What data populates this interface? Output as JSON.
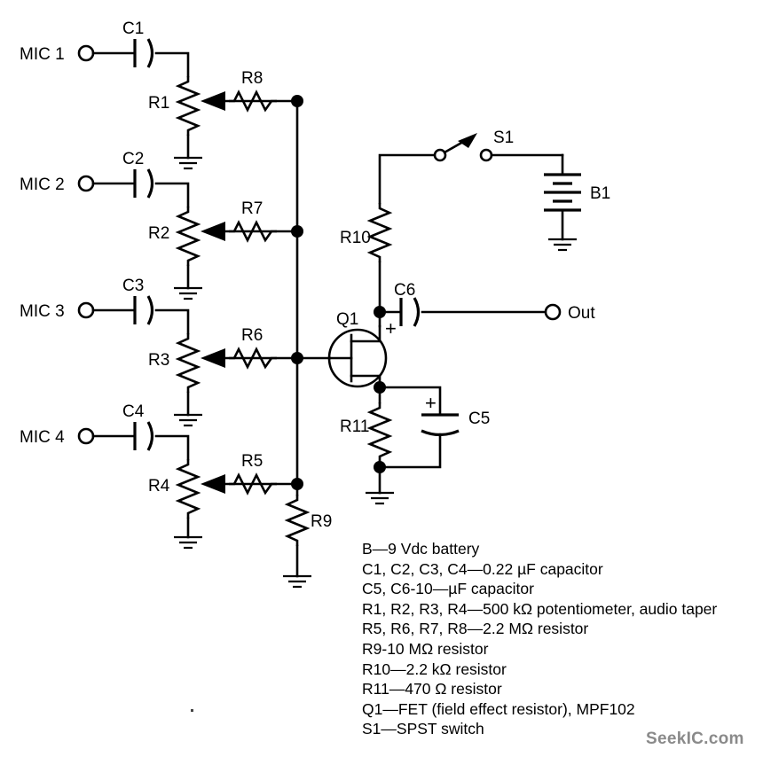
{
  "diagram": {
    "title": "Four-microphone FET mixer schematic",
    "type": "electronic-schematic"
  },
  "inputs": [
    {
      "id": "mic1",
      "label": "MIC 1",
      "cap": "C1",
      "pot": "R1",
      "series": "R8"
    },
    {
      "id": "mic2",
      "label": "MIC 2",
      "cap": "C2",
      "pot": "R2",
      "series": "R7"
    },
    {
      "id": "mic3",
      "label": "MIC 3",
      "cap": "C3",
      "pot": "R3",
      "series": "R6"
    },
    {
      "id": "mic4",
      "label": "MIC 4",
      "cap": "C4",
      "pot": "R4",
      "series": "R5"
    }
  ],
  "components": {
    "q1": "Q1",
    "r9": "R9",
    "r10": "R10",
    "r11": "R11",
    "c5": "C5",
    "c6": "C6",
    "b1": "B1",
    "s1": "S1",
    "out": "Out",
    "polarity_c5": "+",
    "polarity_c6": "+"
  },
  "parts_list": [
    "B—9 Vdc battery",
    "C1, C2, C3, C4—0.22 µF capacitor",
    "C5, C6-10—µF capacitor",
    "R1, R2, R3, R4—500 kΩ potentiometer, audio taper",
    "R5, R6, R7, R8—2.2 MΩ resistor",
    "R9-10 MΩ resistor",
    "R10—2.2 kΩ resistor",
    "R11—470 Ω resistor",
    "Q1—FET (field effect resistor), MPF102",
    "S1—SPST switch"
  ],
  "watermark": "SeekIC.com",
  "colors": {
    "line": "#000000",
    "background": "#ffffff",
    "watermark": "#8a8a8a"
  }
}
